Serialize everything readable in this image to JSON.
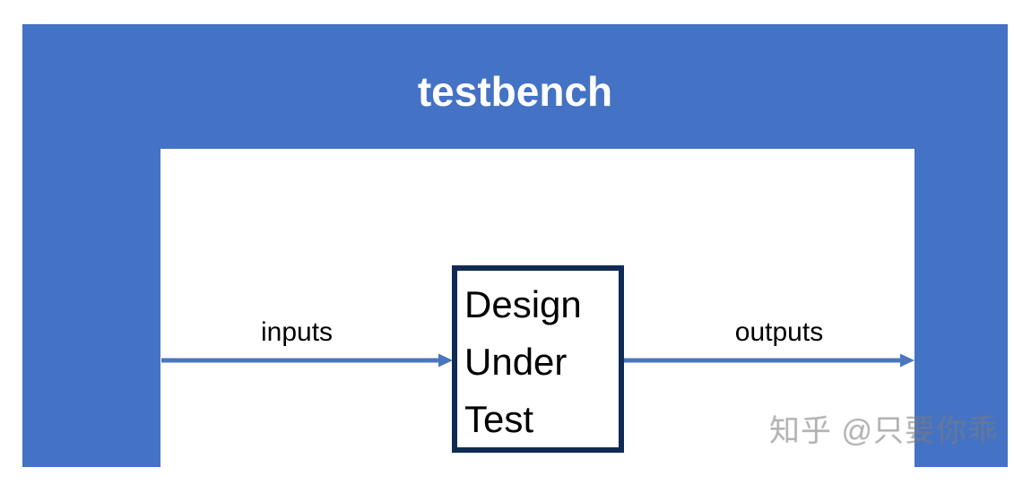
{
  "diagram": {
    "title": "testbench",
    "title_color": "#FFFFFF",
    "container_color": "#4472C4",
    "canvas_color": "#FFFFFF",
    "block": {
      "label": "Design Under Test",
      "border_color": "#102A54",
      "fill_color": "#FFFFFF"
    },
    "signals": [
      {
        "name": "inputs",
        "label": "inputs",
        "direction": "right",
        "color": "#4472C4"
      },
      {
        "name": "outputs",
        "label": "outputs",
        "direction": "right",
        "color": "#4472C4"
      }
    ]
  },
  "watermark": {
    "site": "知乎",
    "handle": "@只要你乖",
    "full": "知乎 @只要你乖"
  }
}
